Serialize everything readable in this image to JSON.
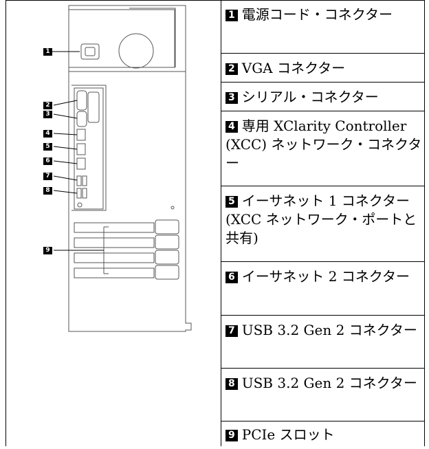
{
  "callouts": [
    "1",
    "2",
    "3",
    "4",
    "5",
    "6",
    "7",
    "8",
    "9"
  ],
  "rows": [
    {
      "num": "1",
      "text": "電源コード・コネクター"
    },
    {
      "num": "2",
      "text": "VGA コネクター"
    },
    {
      "num": "3",
      "text": "シリアル・コネクター"
    },
    {
      "num": "4",
      "text": "専用 XClarity Controller (XCC) ネットワーク・コネクター"
    },
    {
      "num": "5",
      "text": "イーサネット 1 コネクター (XCC ネットワーク・ポートと共有)"
    },
    {
      "num": "6",
      "text": "イーサネット 2 コネクター"
    },
    {
      "num": "7",
      "text": "USB 3.2 Gen 2 コネクター"
    },
    {
      "num": "8",
      "text": "USB 3.2 Gen 2 コネクター"
    },
    {
      "num": "9",
      "text": "PCIe スロット"
    }
  ]
}
